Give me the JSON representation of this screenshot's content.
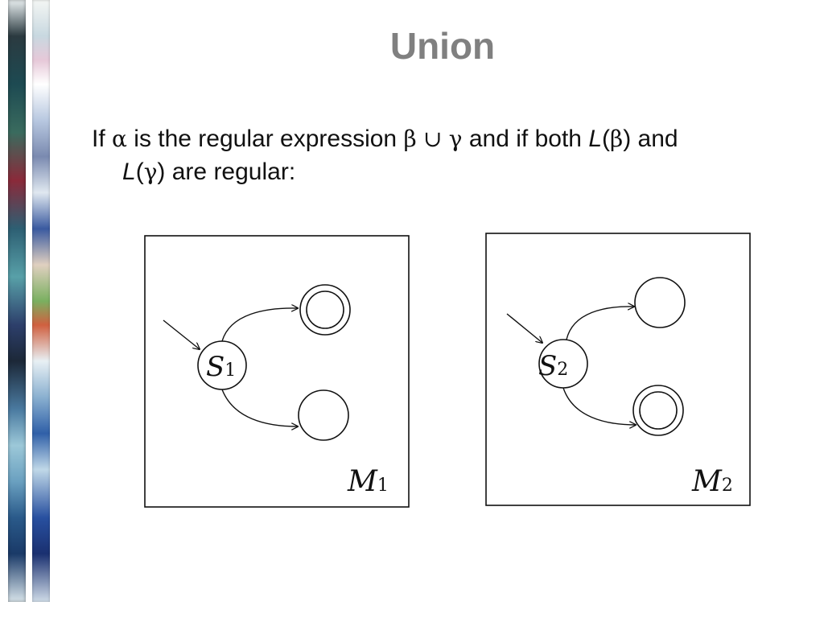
{
  "slide": {
    "title": "Union",
    "text": {
      "if": "If ",
      "alpha": "α",
      "mid1": " is the regular expression ",
      "beta": "β",
      "union": "∪",
      "gamma": "γ",
      "mid2": " and if both ",
      "L1": "L",
      "paren_open1": "(",
      "beta2": "β",
      "paren_close1": ") and",
      "L2": "L",
      "paren_open2": "(",
      "gamma2": "γ",
      "tail": ") are regular:"
    }
  },
  "machines": [
    {
      "label": "M",
      "label_sub": "1",
      "start_state": "S",
      "start_sub": "1",
      "accepting": [
        "top"
      ]
    },
    {
      "label": "M",
      "label_sub": "2",
      "start_state": "S",
      "start_sub": "2",
      "accepting": [
        "bottom"
      ]
    }
  ]
}
